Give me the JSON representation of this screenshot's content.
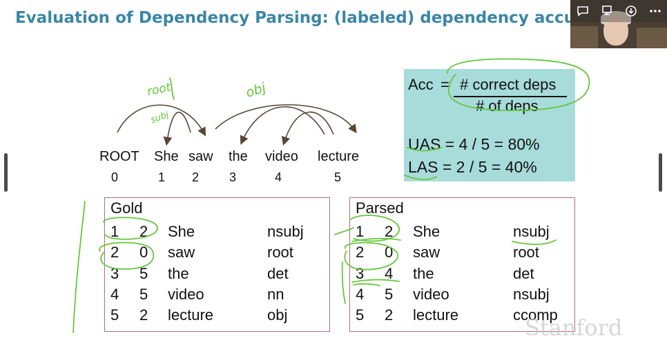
{
  "slide": {
    "title": "Evaluation of Dependency Parsing: (labeled) dependency accuracy",
    "watermark": "Stanford"
  },
  "tree": {
    "words": [
      "ROOT",
      "She",
      "saw",
      "the",
      "video",
      "lecture"
    ],
    "indices": [
      "0",
      "1",
      "2",
      "3",
      "4",
      "5"
    ],
    "arc_labels": {
      "root": "root",
      "subj": "subj",
      "obj": "obj"
    }
  },
  "formula": {
    "acc_label": "Acc",
    "eq": "=",
    "numerator": "# correct deps",
    "denominator": "# of deps",
    "uas": "UAS = 4 / 5 = 80%",
    "las": "LAS = 2 / 5 = 40%"
  },
  "gold": {
    "title": "Gold",
    "rows": [
      [
        "1",
        "2",
        "She",
        "nsubj"
      ],
      [
        "2",
        "0",
        "saw",
        "root"
      ],
      [
        "3",
        "5",
        "the",
        "det"
      ],
      [
        "4",
        "5",
        "video",
        "nn"
      ],
      [
        "5",
        "2",
        "lecture",
        "obj"
      ]
    ]
  },
  "parsed": {
    "title": "Parsed",
    "rows": [
      [
        "1",
        "2",
        "She",
        "nsubj"
      ],
      [
        "2",
        "0",
        "saw",
        "root"
      ],
      [
        "3",
        "4",
        "the",
        "det"
      ],
      [
        "4",
        "5",
        "video",
        "nsubj"
      ],
      [
        "5",
        "2",
        "lecture",
        "ccomp"
      ]
    ]
  },
  "video_controls": {
    "icons": [
      "chat-icon",
      "presenter-icon",
      "download-icon",
      "more-icon"
    ]
  },
  "colors": {
    "title": "#3a86a6",
    "formula_bg": "#a7dcdb",
    "table_border": "#b06a7a",
    "annotation": "#66c63c",
    "arrow": "#5a4636"
  }
}
